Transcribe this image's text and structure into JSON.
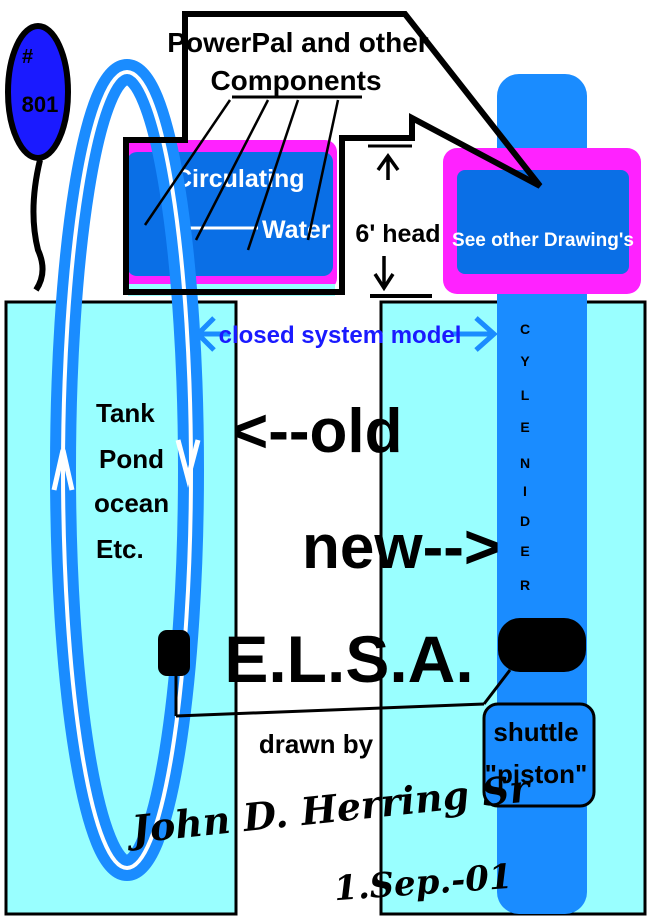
{
  "badge": {
    "symbol": "#",
    "number": "801"
  },
  "callout": {
    "line1": "PowerPal and other",
    "line2": "Components"
  },
  "left_box": {
    "line1": "Circulating",
    "line2": "Water"
  },
  "head_label": "6' head",
  "right_box": "See other Drawing's",
  "system_label": "closed system model",
  "tank_labels": [
    "Tank",
    "Pond",
    "ocean",
    "Etc."
  ],
  "old_label": "<--old",
  "new_label": "new-->",
  "title": "E.L.S.A.",
  "cylinder_letters": [
    "C",
    "Y",
    "L",
    "E",
    "N",
    "I",
    "D",
    "E",
    "R"
  ],
  "shuttle": {
    "line1": "shuttle",
    "line2": "\"piston\""
  },
  "drawn_by": "drawn by",
  "author": "John D. Herring Sr",
  "date": "1.Sep.-01",
  "colors": {
    "water_cyan": "#99ffff",
    "loop_blue": "#1a8cff",
    "cylinder_blue": "#1a8cff",
    "box_blue": "#0a6fe6",
    "magenta": "#ff22ff",
    "badge_blue": "#1a1aff",
    "black": "#000000",
    "white": "#ffffff"
  }
}
